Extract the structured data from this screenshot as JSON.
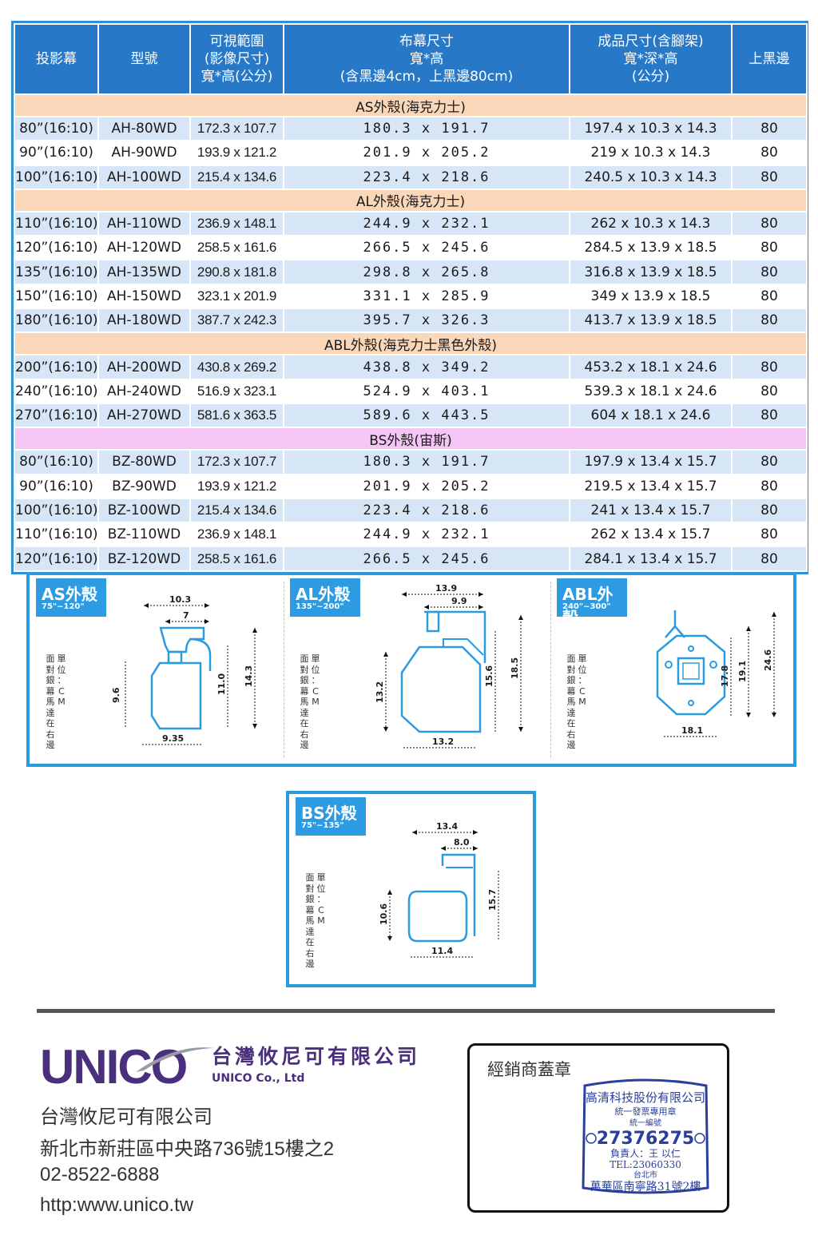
{
  "table": {
    "headers": {
      "screen": "投影幕",
      "model": "型號",
      "view": [
        "可視範圍",
        "(影像尺寸)",
        "寬*高(公分)"
      ],
      "cloth": [
        "布幕尺寸",
        "寬*高",
        "(含黑邊4cm，上黑邊80cm)"
      ],
      "product": [
        "成品尺寸(含腳架)",
        "寬*深*高",
        "(公分)"
      ],
      "top_black": "上黑邊"
    },
    "sections": [
      {
        "title": "AS外殼(海克力士)",
        "color": "peach",
        "rows": [
          {
            "screen": "80”(16:10)",
            "model": "AH-80WD",
            "image": "172.3 x 107.7",
            "cloth": "180.3 x 191.7",
            "product": "197.4 x 10.3 x 14.3",
            "top": "80"
          },
          {
            "screen": "90”(16:10)",
            "model": "AH-90WD",
            "image": "193.9 x 121.2",
            "cloth": "201.9 x 205.2",
            "product": "219 x 10.3 x 14.3",
            "top": "80"
          },
          {
            "screen": "100”(16:10)",
            "model": "AH-100WD",
            "image": "215.4 x 134.6",
            "cloth": "223.4 x 218.6",
            "product": "240.5 x 10.3 x 14.3",
            "top": "80"
          }
        ]
      },
      {
        "title": "AL外殼(海克力士)",
        "color": "peach",
        "rows": [
          {
            "screen": "110”(16:10)",
            "model": "AH-110WD",
            "image": "236.9 x 148.1",
            "cloth": "244.9 x 232.1",
            "product": "262 x 10.3 x 14.3",
            "top": "80"
          },
          {
            "screen": "120”(16:10)",
            "model": "AH-120WD",
            "image": "258.5 x 161.6",
            "cloth": "266.5 x 245.6",
            "product": "284.5 x 13.9 x 18.5",
            "top": "80"
          },
          {
            "screen": "135”(16:10)",
            "model": "AH-135WD",
            "image": "290.8 x 181.8",
            "cloth": "298.8 x 265.8",
            "product": "316.8 x 13.9 x 18.5",
            "top": "80"
          },
          {
            "screen": "150”(16:10)",
            "model": "AH-150WD",
            "image": "323.1 x 201.9",
            "cloth": "331.1 x 285.9",
            "product": "349 x 13.9 x 18.5",
            "top": "80"
          },
          {
            "screen": "180”(16:10)",
            "model": "AH-180WD",
            "image": "387.7 x 242.3",
            "cloth": "395.7 x 326.3",
            "product": "413.7 x 13.9 x 18.5",
            "top": "80"
          }
        ]
      },
      {
        "title": "ABL外殼(海克力士黑色外殼)",
        "color": "peach",
        "rows": [
          {
            "screen": "200”(16:10)",
            "model": "AH-200WD",
            "image": "430.8 x 269.2",
            "cloth": "438.8 x 349.2",
            "product": "453.2 x 18.1 x 24.6",
            "top": "80"
          },
          {
            "screen": "240”(16:10)",
            "model": "AH-240WD",
            "image": "516.9 x 323.1",
            "cloth": "524.9 x 403.1",
            "product": "539.3 x 18.1 x 24.6",
            "top": "80"
          },
          {
            "screen": "270”(16:10)",
            "model": "AH-270WD",
            "image": "581.6 x 363.5",
            "cloth": "589.6 x 443.5",
            "product": "604 x 18.1 x 24.6",
            "top": "80"
          }
        ]
      },
      {
        "title": "BS外殼(宙斯)",
        "color": "pink",
        "rows": [
          {
            "screen": "80”(16:10)",
            "model": "BZ-80WD",
            "image": "172.3 x 107.7",
            "cloth": "180.3 x 191.7",
            "product": "197.9 x 13.4 x 15.7",
            "top": "80"
          },
          {
            "screen": "90”(16:10)",
            "model": "BZ-90WD",
            "image": "193.9 x 121.2",
            "cloth": "201.9 x 205.2",
            "product": "219.5 x 13.4 x 15.7",
            "top": "80"
          },
          {
            "screen": "100”(16:10)",
            "model": "BZ-100WD",
            "image": "215.4 x 134.6",
            "cloth": "223.4 x 218.6",
            "product": "241 x 13.4 x 15.7",
            "top": "80"
          },
          {
            "screen": "110”(16:10)",
            "model": "BZ-110WD",
            "image": "236.9 x 148.1",
            "cloth": "244.9 x 232.1",
            "product": "262 x 13.4 x 15.7",
            "top": "80"
          },
          {
            "screen": "120”(16:10)",
            "model": "BZ-120WD",
            "image": "258.5 x 161.6",
            "cloth": "266.5 x 245.6",
            "product": "284.1 x 13.4 x 15.7",
            "top": "80"
          }
        ]
      }
    ]
  },
  "diagrams": {
    "note": [
      "單",
      "位",
      "：",
      "C",
      "M"
    ],
    "note2": [
      "面",
      "對",
      "銀",
      "幕",
      "馬",
      "達",
      "在",
      "右",
      "邊"
    ],
    "as": {
      "title": "AS外殼",
      "range": "75\"~120\"",
      "dims": {
        "w_outer": "10.3",
        "w_inner": "7",
        "h_left": "9.6",
        "h_body": "11.0",
        "h_total": "14.3",
        "w_bottom": "9.35"
      }
    },
    "al": {
      "title": "AL外殼",
      "range": "135\"~200\"",
      "dims": {
        "w_outer": "13.9",
        "w_inner": "9.9",
        "h_left": "13.2",
        "h_body": "15.6",
        "h_total": "18.5",
        "w_bottom": "13.2"
      }
    },
    "abl": {
      "title": "ABL外殼",
      "range": "240\"~300\"",
      "dims": {
        "h1": "17.8",
        "h2": "19.1",
        "h_total": "24.6",
        "w_bottom": "18.1"
      }
    },
    "bs": {
      "title": "BS外殼",
      "range": "75\"~135\"",
      "dims": {
        "w_outer": "13.4",
        "w_inner": "8.0",
        "h_left": "10.6",
        "h_total": "15.7",
        "w_bottom": "11.4"
      }
    }
  },
  "footer": {
    "logo_text": "UNICO",
    "company_cn": "台灣攸尼可有限公司",
    "company_en": "UNICO Co., Ltd",
    "name": "台灣攸尼可有限公司",
    "address": "新北市新莊區中央路736號15樓之2",
    "phone": "02-8522-6888",
    "web": "http:www.unico.tw",
    "stamp_title": "經銷商蓋章",
    "stamp": {
      "line1": "高清科技股份有限公司",
      "line2": "統一發票專用章",
      "line3": "統一編號",
      "number": "27376275",
      "line5": "負責人：王 以仁",
      "line6": "TEL:23060330",
      "line7": "台北市",
      "line8": "萬華區南寧路31號2樓"
    }
  },
  "colors": {
    "header_blue": "#2878c8",
    "row_blue": "#d7e6f7",
    "section_peach": "#fbd7b9",
    "section_pink": "#f4c6f5",
    "diagram_blue": "#2b9be0",
    "logo_purple": "#4a2f7c",
    "stamp_blue": "#2a3f9c"
  }
}
